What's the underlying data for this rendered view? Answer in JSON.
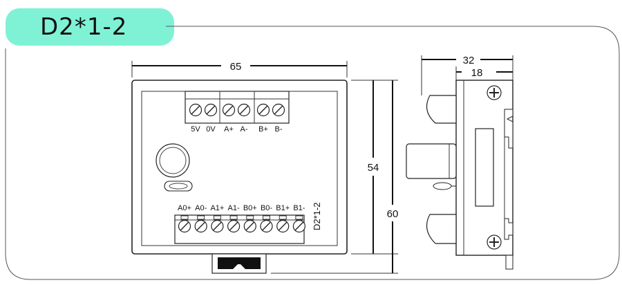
{
  "title": "D2*1-2",
  "device_label": "D2*1-2",
  "dimensions": {
    "width": "65",
    "inner_height": "54",
    "outer_height": "60",
    "depth": "32",
    "rail_depth": "18"
  },
  "top_terminals": [
    "5V",
    "0V",
    "A+",
    "A-",
    "B+",
    "B-"
  ],
  "bottom_terminals": [
    "A0+",
    "A0-",
    "A1+",
    "A1-",
    "B0+",
    "B0-",
    "B1+",
    "B1-"
  ]
}
